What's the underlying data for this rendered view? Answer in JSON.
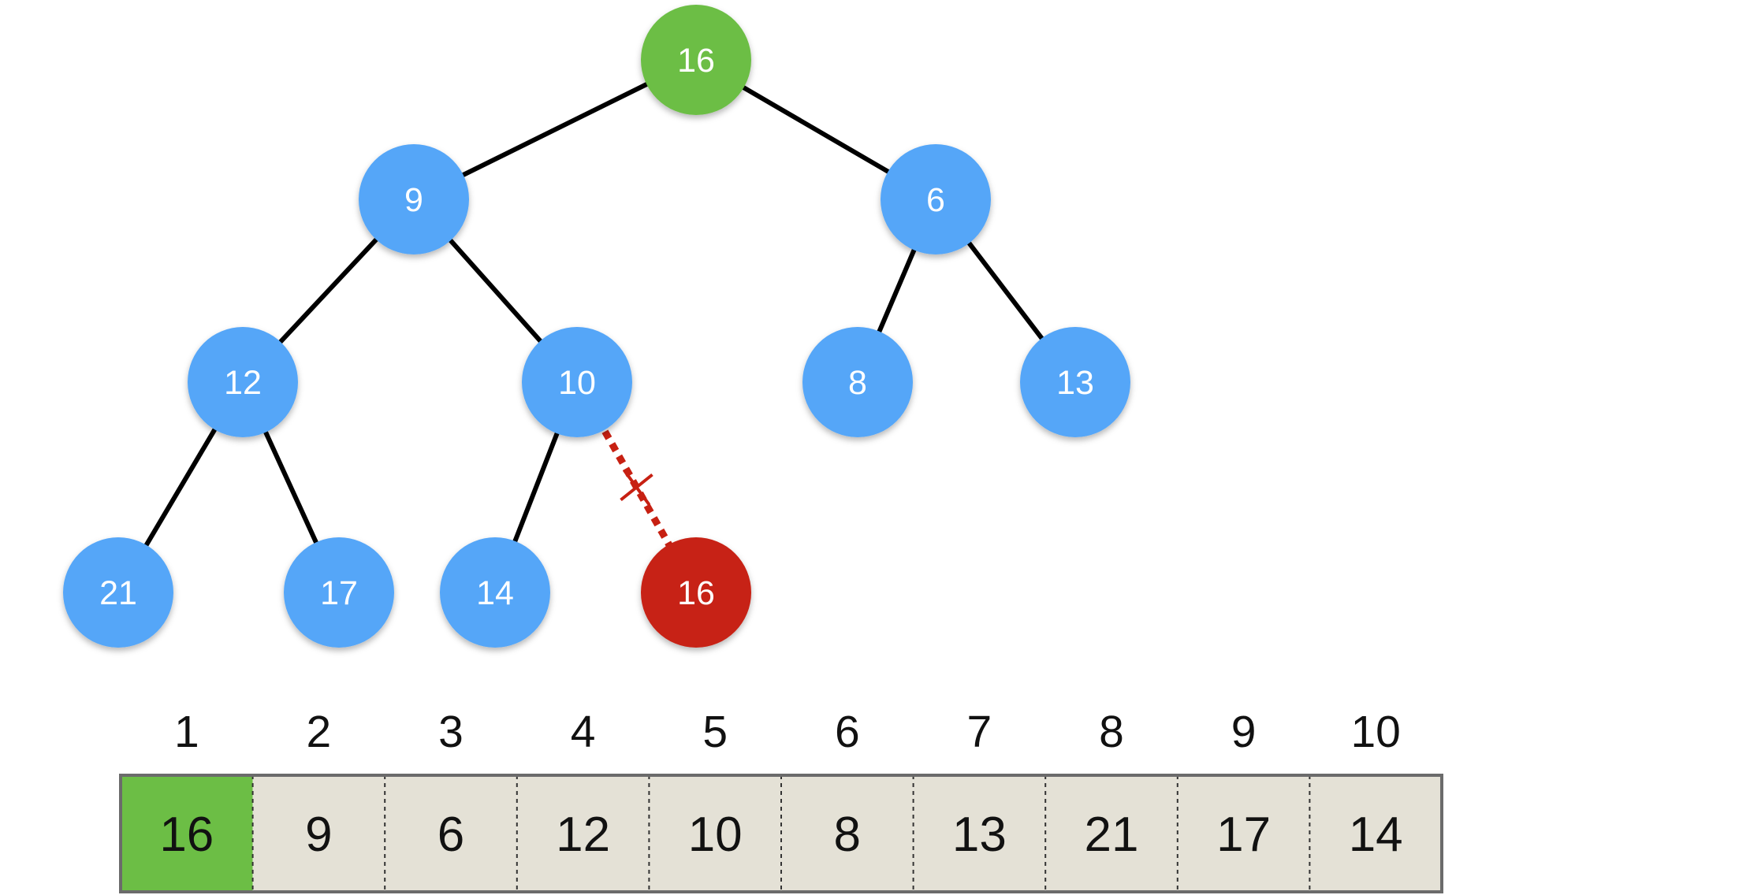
{
  "colors": {
    "node_fill": "#54a6f8",
    "root_fill": "#6cbe45",
    "new_node_fill": "#c72012",
    "edge": "#000000",
    "removed_edge": "#c72012",
    "cell_fill": "#e4e1d6",
    "first_cell_fill": "#6cbe45",
    "node_text": "#ffffff"
  },
  "tree": {
    "nodes": [
      {
        "id": "n1",
        "label": "16",
        "state": "root"
      },
      {
        "id": "n2",
        "label": "9",
        "state": "normal"
      },
      {
        "id": "n3",
        "label": "6",
        "state": "normal"
      },
      {
        "id": "n4",
        "label": "12",
        "state": "normal"
      },
      {
        "id": "n5",
        "label": "10",
        "state": "normal"
      },
      {
        "id": "n6",
        "label": "8",
        "state": "normal"
      },
      {
        "id": "n7",
        "label": "13",
        "state": "normal"
      },
      {
        "id": "n8",
        "label": "21",
        "state": "normal"
      },
      {
        "id": "n9",
        "label": "17",
        "state": "normal"
      },
      {
        "id": "n10",
        "label": "14",
        "state": "normal"
      },
      {
        "id": "n11",
        "label": "16",
        "state": "removed"
      }
    ],
    "edges": [
      {
        "from": "n1",
        "to": "n2",
        "style": "solid"
      },
      {
        "from": "n1",
        "to": "n3",
        "style": "solid"
      },
      {
        "from": "n2",
        "to": "n4",
        "style": "solid"
      },
      {
        "from": "n2",
        "to": "n5",
        "style": "solid"
      },
      {
        "from": "n3",
        "to": "n6",
        "style": "solid"
      },
      {
        "from": "n3",
        "to": "n7",
        "style": "solid"
      },
      {
        "from": "n4",
        "to": "n8",
        "style": "solid"
      },
      {
        "from": "n4",
        "to": "n9",
        "style": "solid"
      },
      {
        "from": "n5",
        "to": "n10",
        "style": "solid"
      },
      {
        "from": "n5",
        "to": "n11",
        "style": "removed"
      }
    ]
  },
  "array": {
    "indices": [
      "1",
      "2",
      "3",
      "4",
      "5",
      "6",
      "7",
      "8",
      "9",
      "10"
    ],
    "values": [
      "16",
      "9",
      "6",
      "12",
      "10",
      "8",
      "13",
      "21",
      "17",
      "14"
    ],
    "highlighted_index": 0
  }
}
